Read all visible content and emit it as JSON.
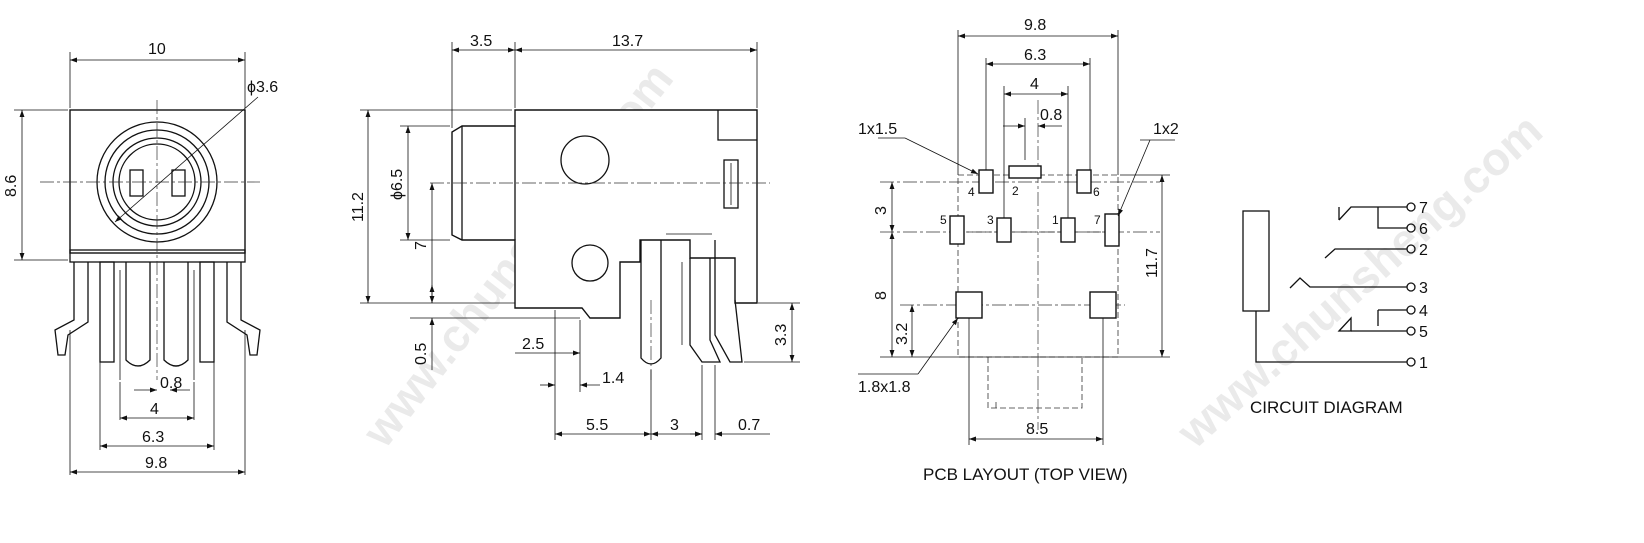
{
  "watermark": "www.chunsheng.com",
  "front_view": {
    "dims": {
      "top": "10",
      "diameter": "ϕ3.6",
      "height": "8.6",
      "pitch_small": "0.8",
      "pitch_4": "4",
      "pitch_63": "6.3",
      "overall": "9.8"
    }
  },
  "side_view": {
    "dims": {
      "front": "3.5",
      "length": "13.7",
      "diameter": "ϕ6.5",
      "height": "11.2",
      "center": "7",
      "offset": "0.5",
      "d25": "2.5",
      "d14": "1.4",
      "d55": "5.5",
      "d3": "3",
      "d07": "0.7",
      "d33": "3.3"
    }
  },
  "pcb_layout": {
    "title": "PCB LAYOUT (TOP VIEW)",
    "dims": {
      "w98": "9.8",
      "w63": "6.3",
      "w4": "4",
      "w08": "0.8",
      "pad_small": "1x1.5",
      "pad_slot": "1x2",
      "pad_square": "1.8x1.8",
      "h3": "3",
      "h8": "8",
      "h32": "3.2",
      "h117": "11.7",
      "w85": "8.5"
    },
    "pins": [
      "4",
      "2",
      "6",
      "5",
      "3",
      "1",
      "7"
    ]
  },
  "circuit": {
    "title": "CIRCUIT DIAGRAM",
    "pins": [
      "7",
      "6",
      "2",
      "3",
      "4",
      "5",
      "1"
    ]
  }
}
